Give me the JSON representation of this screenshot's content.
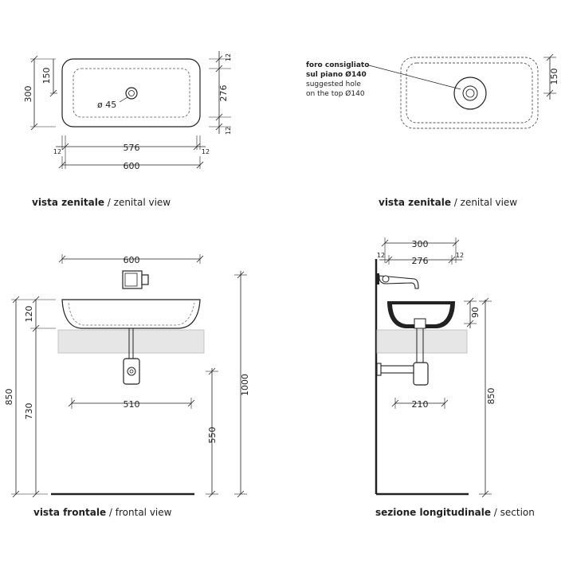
{
  "captions": {
    "top_left": {
      "bold": "vista zenitale",
      "rest": " / zenital view"
    },
    "top_right": {
      "bold": "vista zenitale",
      "rest": " / zenital view"
    },
    "bottom_left": {
      "bold": "vista frontale",
      "rest": " / frontal view"
    },
    "bottom_right": {
      "bold": "sezione longitudinale",
      "rest": " / section"
    }
  },
  "note": {
    "line1": "foro consigliato",
    "line2": "sul piano Ø140",
    "line3": "suggested hole",
    "line4": "on the top Ø140"
  },
  "dims": {
    "tl_300": "300",
    "tl_150": "150",
    "tl_276": "276",
    "tl_12a": "12",
    "tl_12b": "12",
    "tl_576": "576",
    "tl_600": "600",
    "tl_12c": "12",
    "tl_12d": "12",
    "tl_hole": "ø 45",
    "tr_150": "150",
    "bl_600": "600",
    "bl_120": "120",
    "bl_850": "850",
    "bl_730": "730",
    "bl_510": "510",
    "bl_550": "550",
    "bl_1000": "1000",
    "br_300": "300",
    "br_276": "276",
    "br_12a": "12",
    "br_12b": "12",
    "br_90": "90",
    "br_210": "210",
    "br_850": "850"
  }
}
